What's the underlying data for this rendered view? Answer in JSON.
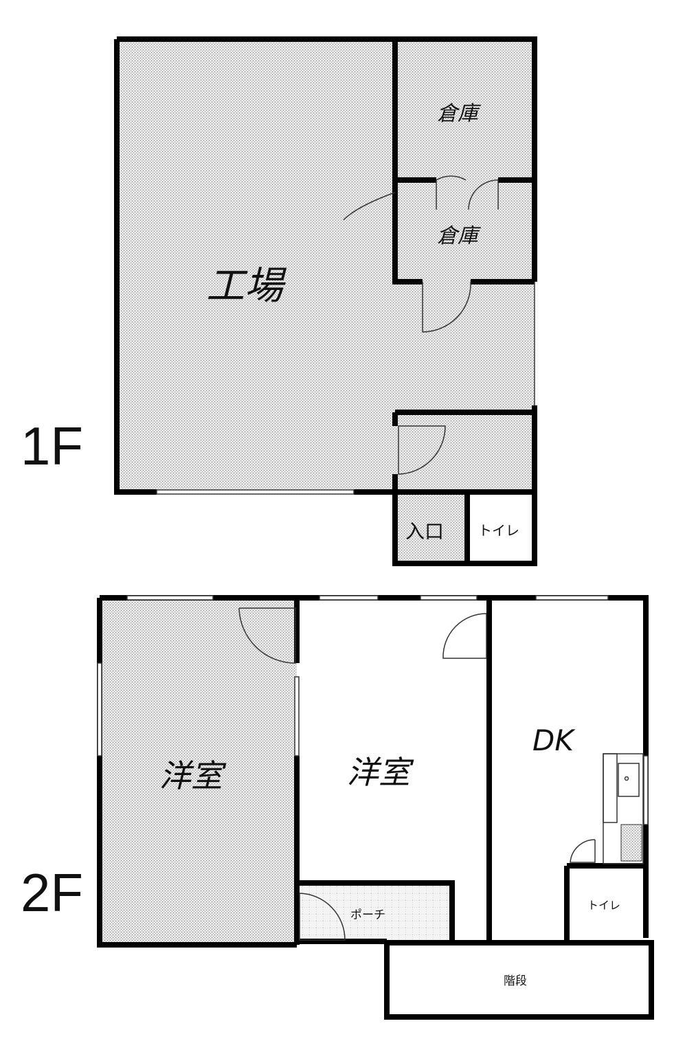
{
  "floors": {
    "first": {
      "label": "1F",
      "rooms": {
        "factory": "工場",
        "storage_upper": "倉庫",
        "storage_lower": "倉庫",
        "entrance": "入口",
        "toilet": "トイレ"
      }
    },
    "second": {
      "label": "2F",
      "rooms": {
        "western_left": "洋室",
        "western_center": "洋室",
        "dk": "DK",
        "porch": "ポーチ",
        "toilet": "トイレ",
        "stairs": "階段"
      }
    }
  },
  "colors": {
    "wall": "#000000",
    "stipple": "#8a8a8a",
    "background": "#ffffff"
  }
}
